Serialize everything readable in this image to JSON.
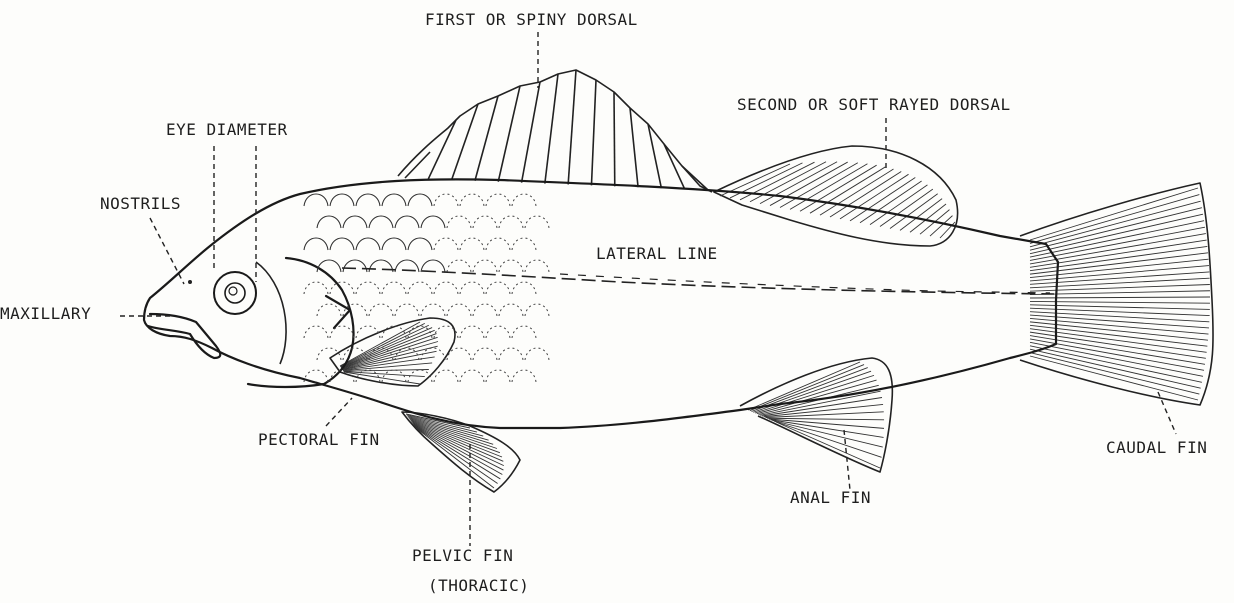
{
  "labels": {
    "first_dorsal": "FIRST OR SPINY DORSAL",
    "second_dorsal": "SECOND OR SOFT RAYED DORSAL",
    "eye_diameter": "EYE DIAMETER",
    "nostrils": "NOSTRILS",
    "maxillary": "MAXILLARY",
    "lateral_line": "LATERAL LINE",
    "pectoral_fin": "PECTORAL FIN",
    "caudal_fin": "CAUDAL FIN",
    "anal_fin": "ANAL FIN",
    "pelvic_fin": "PELVIC FIN",
    "pelvic_fin_note": "(THORACIC)"
  }
}
